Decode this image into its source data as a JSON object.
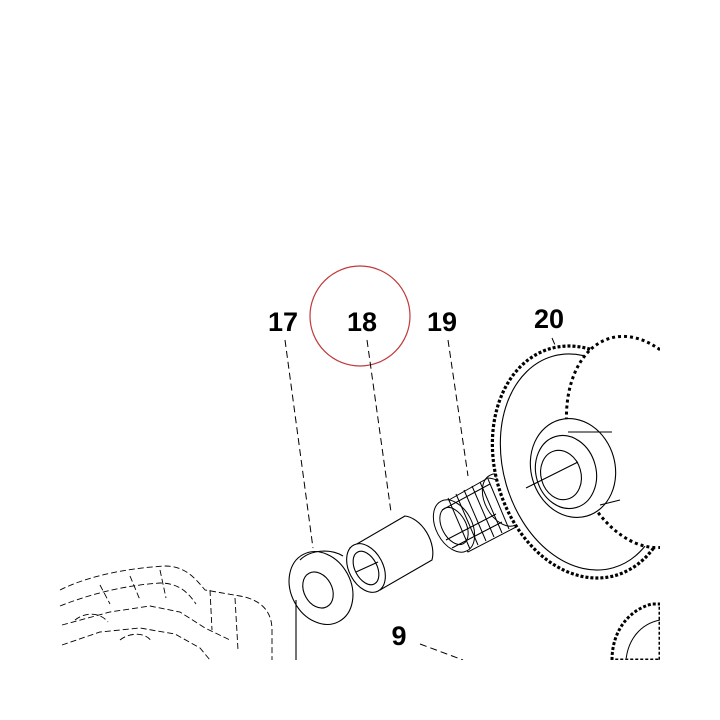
{
  "diagram": {
    "callouts": [
      {
        "id": "17",
        "label": "17"
      },
      {
        "id": "18",
        "label": "18"
      },
      {
        "id": "19",
        "label": "19"
      },
      {
        "id": "20",
        "label": "20"
      },
      {
        "id": "9",
        "label": "9"
      }
    ],
    "highlighted_callout": "18",
    "colors": {
      "line": "#000000",
      "highlight_circle": "#c0393b",
      "background": "#ffffff"
    }
  }
}
